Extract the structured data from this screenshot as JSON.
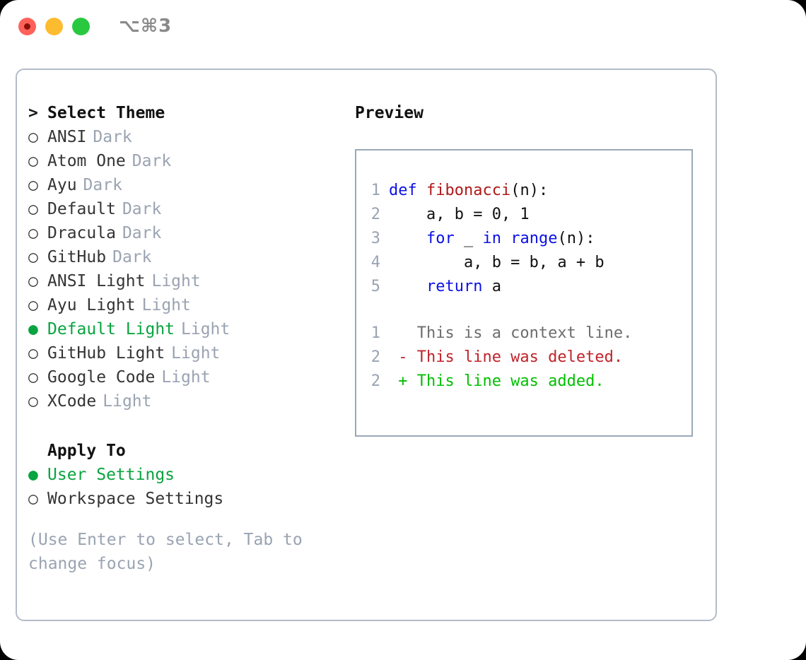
{
  "titlebar": {
    "shortcut": "⌥⌘3",
    "buttons": [
      {
        "name": "close",
        "color": "#ff6159"
      },
      {
        "name": "minimize",
        "color": "#fdbc2f"
      },
      {
        "name": "maximize",
        "color": "#28c93f"
      }
    ]
  },
  "theme_selector": {
    "heading": "Select Theme",
    "prompt_marker": ">",
    "marker_unselected": "○",
    "marker_selected": "●",
    "items": [
      {
        "label": "ANSI",
        "variant": "Dark",
        "selected": false
      },
      {
        "label": "Atom One",
        "variant": "Dark",
        "selected": false
      },
      {
        "label": "Ayu",
        "variant": "Dark",
        "selected": false
      },
      {
        "label": "Default",
        "variant": "Dark",
        "selected": false
      },
      {
        "label": "Dracula",
        "variant": "Dark",
        "selected": false
      },
      {
        "label": "GitHub",
        "variant": "Dark",
        "selected": false
      },
      {
        "label": "ANSI Light",
        "variant": "Light",
        "selected": false
      },
      {
        "label": "Ayu Light",
        "variant": "Light",
        "selected": false
      },
      {
        "label": "Default Light",
        "variant": "Light",
        "selected": true
      },
      {
        "label": "GitHub Light",
        "variant": "Light",
        "selected": false
      },
      {
        "label": "Google Code",
        "variant": "Light",
        "selected": false
      },
      {
        "label": "XCode",
        "variant": "Light",
        "selected": false
      }
    ]
  },
  "apply_to": {
    "heading": "Apply To",
    "items": [
      {
        "label": "User Settings",
        "selected": true
      },
      {
        "label": "Workspace Settings",
        "selected": false
      }
    ]
  },
  "hint": "(Use Enter to select, Tab to change focus)",
  "preview": {
    "title": "Preview",
    "code_lines": [
      {
        "no": "1",
        "tokens": [
          {
            "t": "def ",
            "k": "kw"
          },
          {
            "t": "fibonacci",
            "k": "fn"
          },
          {
            "t": "(n):",
            "k": "plain"
          }
        ]
      },
      {
        "no": "2",
        "tokens": [
          {
            "t": "    a, b = 0, 1",
            "k": "plain"
          }
        ]
      },
      {
        "no": "3",
        "tokens": [
          {
            "t": "    ",
            "k": "plain"
          },
          {
            "t": "for",
            "k": "kw"
          },
          {
            "t": " _ ",
            "k": "plain"
          },
          {
            "t": "in",
            "k": "kw"
          },
          {
            "t": " ",
            "k": "plain"
          },
          {
            "t": "range",
            "k": "kw"
          },
          {
            "t": "(n):",
            "k": "plain"
          }
        ]
      },
      {
        "no": "4",
        "tokens": [
          {
            "t": "        a, b = b, a + b",
            "k": "plain"
          }
        ]
      },
      {
        "no": "5",
        "tokens": [
          {
            "t": "    ",
            "k": "plain"
          },
          {
            "t": "return",
            "k": "kw"
          },
          {
            "t": " a",
            "k": "plain"
          }
        ]
      }
    ],
    "diff_lines": [
      {
        "no": "1",
        "sign": " ",
        "text": "This is a context line.",
        "kind": "ctx"
      },
      {
        "no": "2",
        "sign": "-",
        "text": "This line was deleted.",
        "kind": "del"
      },
      {
        "no": "2",
        "sign": "+",
        "text": "This line was added.",
        "kind": "add"
      }
    ]
  },
  "colors": {
    "selected_green": "#09a43f",
    "diff_add_green": "#00bf00",
    "diff_del_red": "#c0232a",
    "keyword_blue": "#0b10e8",
    "function_red": "#b01818",
    "muted_gray": "#9aa3b2",
    "panel_border": "#b4bcc9",
    "code_panel_border": "#9aa8b8"
  }
}
